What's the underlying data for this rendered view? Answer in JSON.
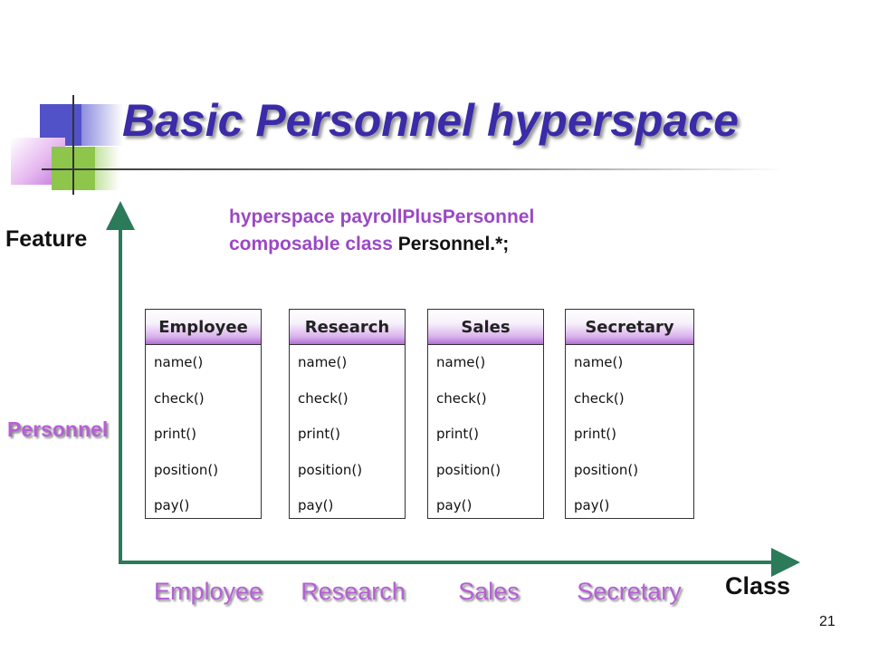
{
  "slide": {
    "title": "Basic Personnel hyperspace",
    "page_number": "21"
  },
  "code": {
    "line1_kw": "hyperspace payrollPlusPersonnel",
    "line2_kw": "composable class",
    "line2_name": "Personnel.*;"
  },
  "axes": {
    "y_label": "Feature",
    "x_label": "Class",
    "y_categories": [
      "Personnel"
    ],
    "x_categories": [
      "Employee",
      "Research",
      "Sales",
      "Secretary"
    ]
  },
  "classes": [
    {
      "name": "Employee",
      "methods": [
        "name()",
        "check()",
        "print()",
        "position()",
        "pay()"
      ]
    },
    {
      "name": "Research",
      "methods": [
        "name()",
        "check()",
        "print()",
        "position()",
        "pay()"
      ]
    },
    {
      "name": "Sales",
      "methods": [
        "name()",
        "check()",
        "print()",
        "position()",
        "pay()"
      ]
    },
    {
      "name": "Secretary",
      "methods": [
        "name()",
        "check()",
        "print()",
        "position()",
        "pay()"
      ]
    }
  ],
  "colors": {
    "title": "#3a2ba8",
    "accent_purple": "#b65fd6",
    "keyword": "#9b48c4"
  }
}
